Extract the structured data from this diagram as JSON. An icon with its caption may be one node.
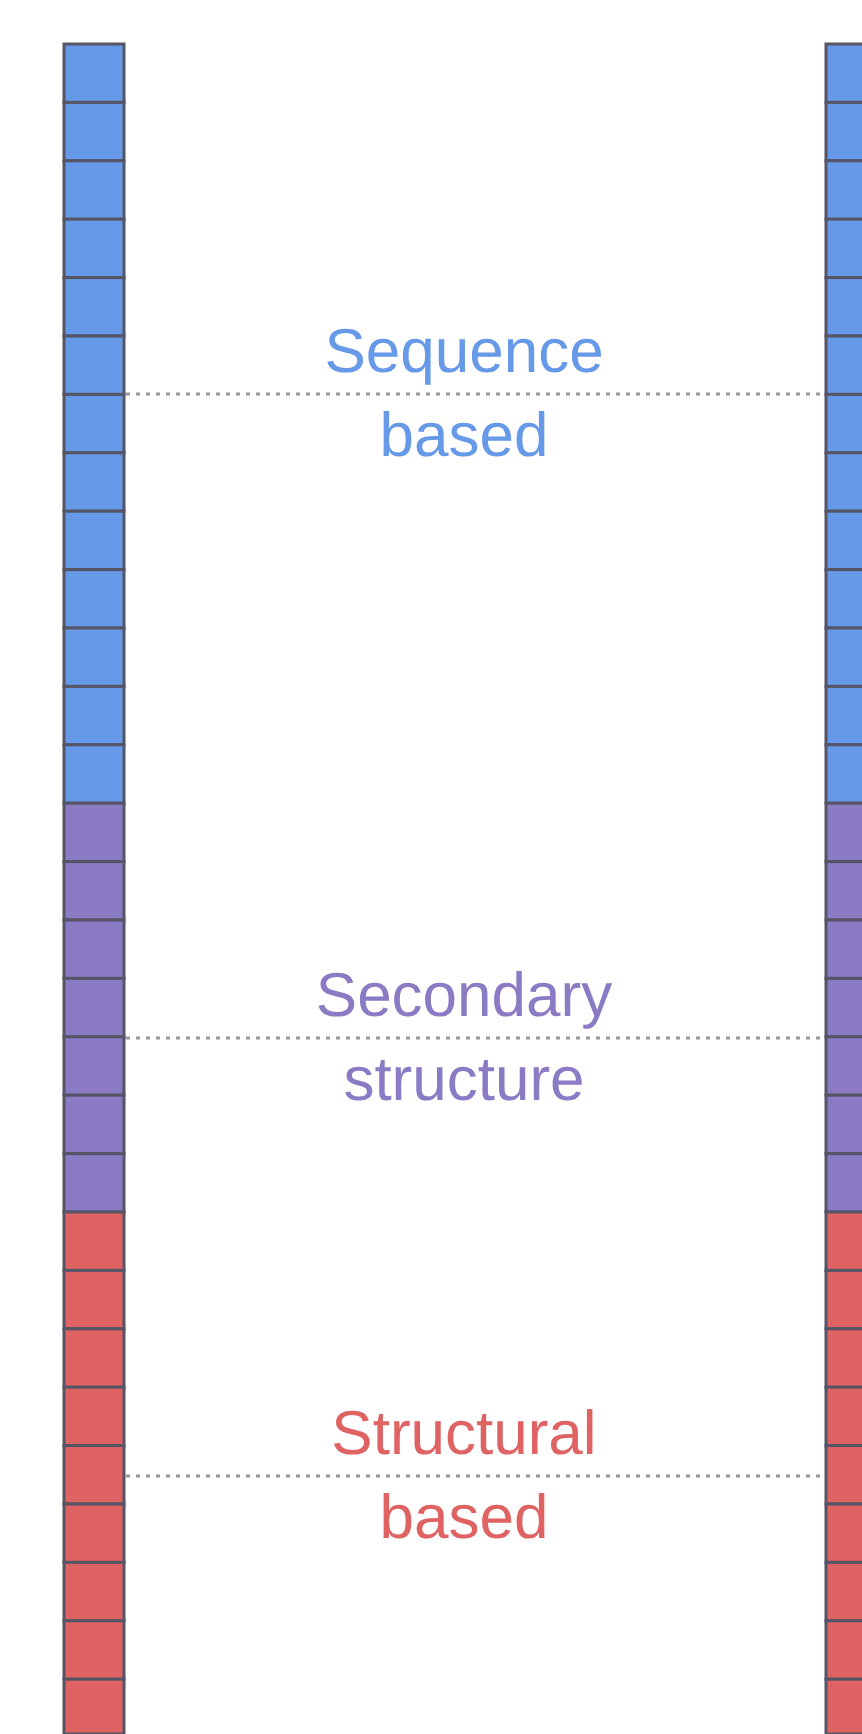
{
  "diagram": {
    "labels": [
      "Sequence based",
      "Secondary structure",
      "Structural based"
    ]
  }
}
